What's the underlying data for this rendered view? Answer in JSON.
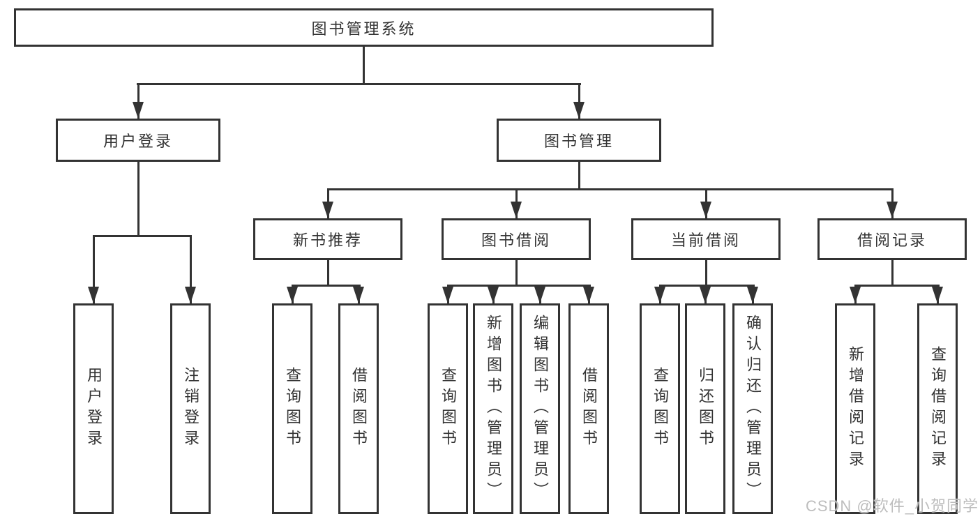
{
  "colors": {
    "line": "#333333",
    "box_bg": "#ffffff",
    "page_bg": "#ffffff",
    "watermark": "#bdbdbd"
  },
  "tree": {
    "label": "图书管理系统",
    "children": [
      {
        "label": "用户登录",
        "children": [
          {
            "label": "用户登录"
          },
          {
            "label": "注销登录"
          }
        ]
      },
      {
        "label": "图书管理",
        "children": [
          {
            "label": "新书推荐",
            "children": [
              {
                "label": "查询图书"
              },
              {
                "label": "借阅图书"
              }
            ]
          },
          {
            "label": "图书借阅",
            "children": [
              {
                "label": "查询图书"
              },
              {
                "label": "新增图书（管理员）"
              },
              {
                "label": "编辑图书（管理员）"
              },
              {
                "label": "借阅图书"
              }
            ]
          },
          {
            "label": "当前借阅",
            "children": [
              {
                "label": "查询图书"
              },
              {
                "label": "归还图书"
              },
              {
                "label": "确认归还（管理员）"
              }
            ]
          },
          {
            "label": "借阅记录",
            "children": [
              {
                "label": "新增借阅记录"
              },
              {
                "label": "查询借阅记录"
              }
            ]
          }
        ]
      }
    ]
  },
  "watermark": {
    "text": "CSDN @软件_小贺同学"
  }
}
